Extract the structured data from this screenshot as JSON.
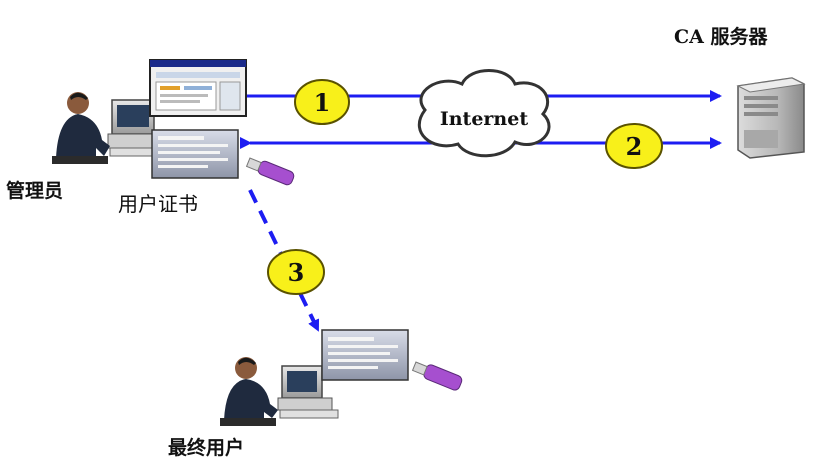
{
  "labels": {
    "admin": "管理员",
    "user_cert": "用户证书",
    "ca_server": "CA 服务器",
    "end_user": "最终用户",
    "internet": "Internet"
  },
  "steps": [
    "1",
    "2",
    "3"
  ],
  "colors": {
    "arrow": "#1d1df2",
    "step_fill": "#f8f01a",
    "step_stroke": "#5a5200",
    "usb_key": "#a64fcf"
  },
  "icons": [
    "person-at-computer-icon",
    "browser-window-icon",
    "certificate-icon",
    "usb-key-icon",
    "server-tower-icon",
    "internet-cloud-icon"
  ]
}
